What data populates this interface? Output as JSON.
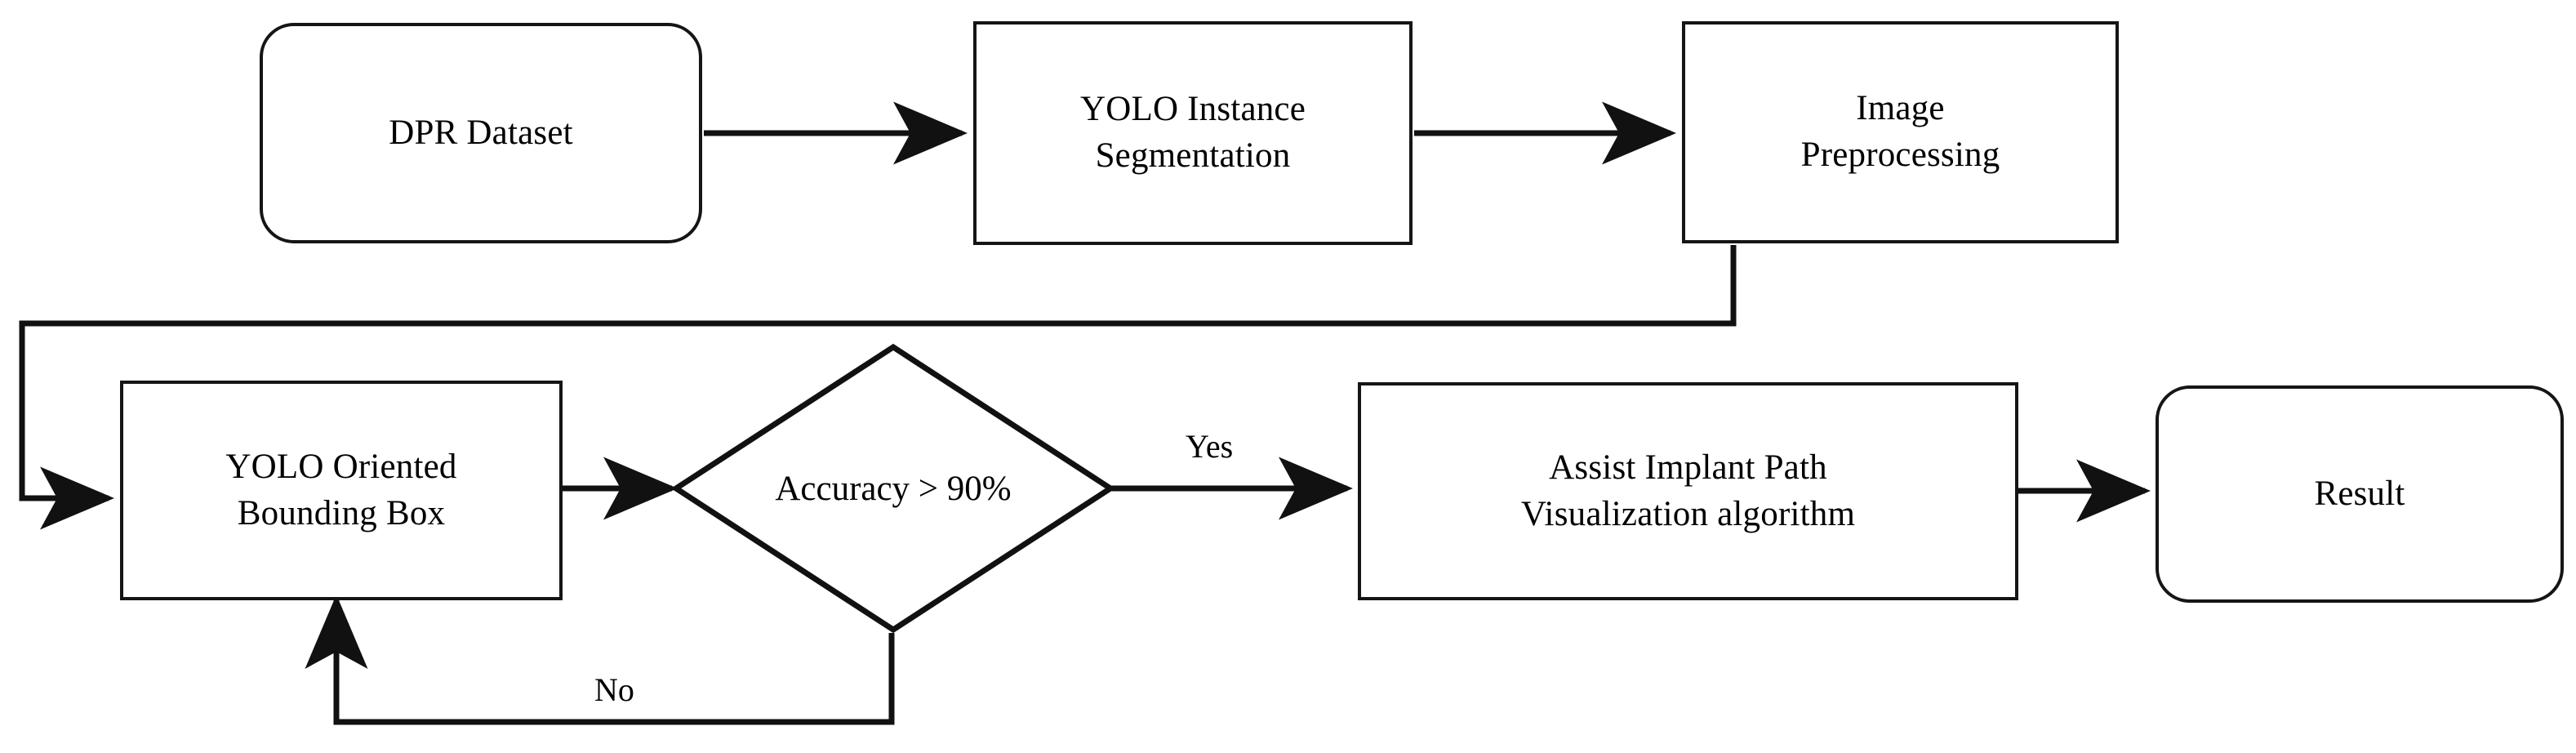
{
  "diagram": {
    "type": "flowchart",
    "title": "Implant path visualization pipeline flowchart",
    "background": "#ffffff",
    "stroke_color": "#151515",
    "text_color": "#000000",
    "nodes": [
      {
        "id": "dpr_dataset",
        "label": "DPR Dataset",
        "shape": "rounded-rectangle"
      },
      {
        "id": "yolo_instance_seg",
        "label": "YOLO Instance\nSegmentation",
        "shape": "rectangle"
      },
      {
        "id": "image_preprocessing",
        "label": "Image\nPreprocessing",
        "shape": "rectangle"
      },
      {
        "id": "yolo_obb",
        "label": "YOLO Oriented\nBounding Box",
        "shape": "rectangle"
      },
      {
        "id": "accuracy_decision",
        "label": "Accuracy > 90%",
        "shape": "diamond"
      },
      {
        "id": "assist_algorithm",
        "label": "Assist Implant Path\nVisualization algorithm",
        "shape": "rectangle"
      },
      {
        "id": "result",
        "label": "Result",
        "shape": "rounded-rectangle"
      }
    ],
    "edges": [
      {
        "from": "dpr_dataset",
        "to": "yolo_instance_seg",
        "label": ""
      },
      {
        "from": "yolo_instance_seg",
        "to": "image_preprocessing",
        "label": ""
      },
      {
        "from": "image_preprocessing",
        "to": "yolo_obb",
        "label": ""
      },
      {
        "from": "yolo_obb",
        "to": "accuracy_decision",
        "label": ""
      },
      {
        "from": "accuracy_decision",
        "to": "assist_algorithm",
        "label": "Yes"
      },
      {
        "from": "accuracy_decision",
        "to": "yolo_obb",
        "label": "No"
      },
      {
        "from": "assist_algorithm",
        "to": "result",
        "label": ""
      }
    ],
    "edge_labels": {
      "yes": "Yes",
      "no": "No"
    }
  }
}
